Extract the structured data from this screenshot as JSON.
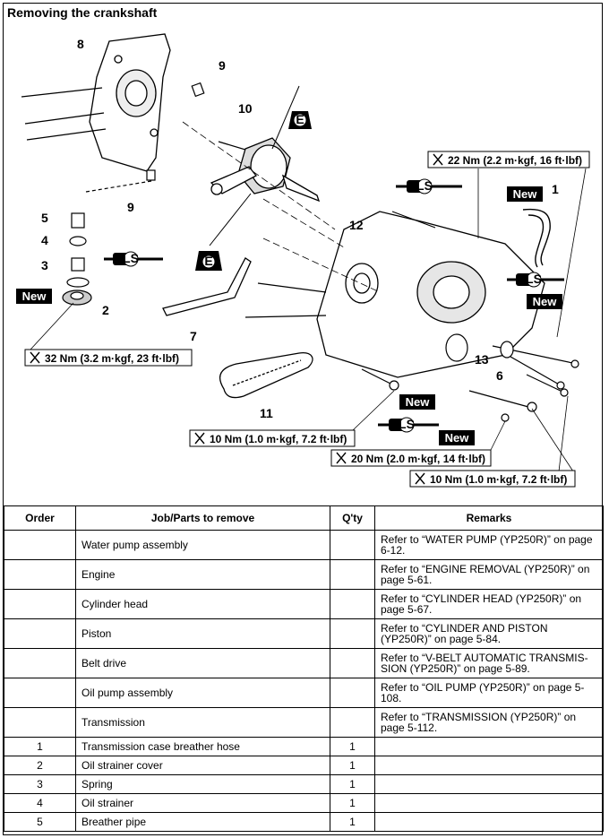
{
  "title": "Removing the crankshaft",
  "diagram": {
    "part_numbers": [
      "1",
      "2",
      "3",
      "4",
      "5",
      "6",
      "7",
      "8",
      "9",
      "9",
      "10",
      "11",
      "12",
      "13"
    ],
    "badges": [
      "New",
      "New",
      "New",
      "New",
      "New"
    ],
    "lube_labels": [
      "LS",
      "LS",
      "LS",
      "LS"
    ],
    "oil_labels": [
      "E",
      "E"
    ],
    "torques": [
      "22 Nm (2.2 m·kgf, 16 ft·lbf)",
      "32 Nm (3.2 m·kgf, 23 ft·lbf)",
      "10 Nm (1.0 m·kgf, 7.2 ft·lbf)",
      "20 Nm (2.0 m·kgf, 14 ft·lbf)",
      "10 Nm (1.0 m·kgf, 7.2 ft·lbf)"
    ]
  },
  "table": {
    "headers": [
      "Order",
      "Job/Parts to remove",
      "Q'ty",
      "Remarks"
    ],
    "rows": [
      {
        "order": "",
        "part": "Water pump assembly",
        "qty": "",
        "remarks": "Refer to “WATER PUMP (YP250R)” on page 6-12."
      },
      {
        "order": "",
        "part": "Engine",
        "qty": "",
        "remarks": "Refer to “ENGINE REMOVAL (YP250R)” on page 5-61."
      },
      {
        "order": "",
        "part": "Cylinder head",
        "qty": "",
        "remarks": "Refer to “CYLINDER HEAD (YP250R)” on page 5-67."
      },
      {
        "order": "",
        "part": "Piston",
        "qty": "",
        "remarks": "Refer to “CYLINDER AND PISTON (YP250R)” on page 5-84."
      },
      {
        "order": "",
        "part": "Belt drive",
        "qty": "",
        "remarks": "Refer to “V-BELT AUTOMATIC TRANSMIS-SION (YP250R)” on page 5-89."
      },
      {
        "order": "",
        "part": "Oil pump assembly",
        "qty": "",
        "remarks": "Refer to “OIL PUMP (YP250R)” on page 5-108."
      },
      {
        "order": "",
        "part": "Transmission",
        "qty": "",
        "remarks": "Refer to “TRANSMISSION (YP250R)” on page 5-112."
      },
      {
        "order": "1",
        "part": "Transmission case breather hose",
        "qty": "1",
        "remarks": ""
      },
      {
        "order": "2",
        "part": "Oil strainer cover",
        "qty": "1",
        "remarks": ""
      },
      {
        "order": "3",
        "part": "Spring",
        "qty": "1",
        "remarks": ""
      },
      {
        "order": "4",
        "part": "Oil strainer",
        "qty": "1",
        "remarks": ""
      },
      {
        "order": "5",
        "part": "Breather pipe",
        "qty": "1",
        "remarks": ""
      }
    ]
  }
}
